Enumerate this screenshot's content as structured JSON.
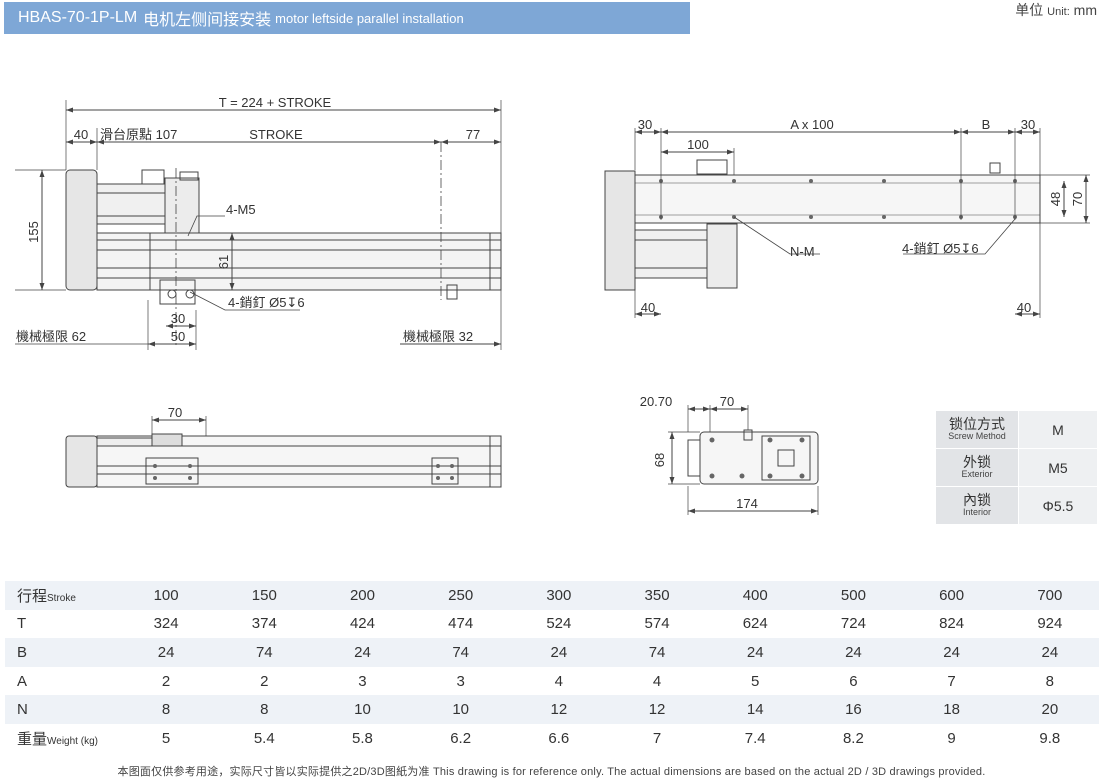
{
  "header": {
    "model": "HBAS-70-1P-LM",
    "title_cn": "电机左侧间接安装",
    "title_en": "motor leftside parallel installation",
    "unit_cn": "单位",
    "unit_en": "Unit:",
    "unit_value": "mm"
  },
  "front_view": {
    "total_length": "T = 224 + STROKE",
    "left_offset": "40",
    "origin_label": "滑台原點 107",
    "stroke": "STROKE",
    "right_offset": "77",
    "height": "155",
    "tap_holes": "4-M5",
    "carriage_height": "61",
    "pin_holes": "4-銷釘 Ø5↧6",
    "dim_30": "30",
    "dim_50": "50",
    "limit_left": "機械極限 62",
    "limit_right": "機械極限 32"
  },
  "top_view": {
    "left_dim": "30",
    "pitch": "A x 100",
    "b_dim": "B",
    "right_dim": "30",
    "first_pitch": "100",
    "hole_width": "48",
    "width": "70",
    "mount_holes": "N-M",
    "pin_holes": "4-銷釘 Ø5↧6",
    "bottom_left": "40",
    "bottom_right": "40"
  },
  "side_view": {
    "carriage_width": "70"
  },
  "end_view": {
    "offset": "20.70",
    "width": "70",
    "height": "68",
    "total_width": "174"
  },
  "lock_table": [
    {
      "label_cn": "锁位方式",
      "label_en": "Screw Method",
      "value": "M"
    },
    {
      "label_cn": "外锁",
      "label_en": "Exterior",
      "value": "M5"
    },
    {
      "label_cn": "內锁",
      "label_en": "Interior",
      "value": "Φ5.5"
    }
  ],
  "spec_table": {
    "rows": [
      {
        "label": "行程",
        "label_en": "Stroke",
        "values": [
          "100",
          "150",
          "200",
          "250",
          "300",
          "350",
          "400",
          "500",
          "600",
          "700"
        ]
      },
      {
        "label": "T",
        "label_en": "",
        "values": [
          "324",
          "374",
          "424",
          "474",
          "524",
          "574",
          "624",
          "724",
          "824",
          "924"
        ]
      },
      {
        "label": "B",
        "label_en": "",
        "values": [
          "24",
          "74",
          "24",
          "74",
          "24",
          "74",
          "24",
          "24",
          "24",
          "24"
        ]
      },
      {
        "label": "A",
        "label_en": "",
        "values": [
          "2",
          "2",
          "3",
          "3",
          "4",
          "4",
          "5",
          "6",
          "7",
          "8"
        ]
      },
      {
        "label": "N",
        "label_en": "",
        "values": [
          "8",
          "8",
          "10",
          "10",
          "12",
          "12",
          "14",
          "16",
          "18",
          "20"
        ]
      },
      {
        "label": "重量",
        "label_en": "Weight (kg)",
        "values": [
          "5",
          "5.4",
          "5.8",
          "6.2",
          "6.6",
          "7",
          "7.4",
          "8.2",
          "9",
          "9.8"
        ]
      }
    ]
  },
  "footer": "本图面仅供参考用途，实际尺寸皆以实际提供之2D/3D图紙为准 This drawing is for reference only. The actual dimensions are based on the actual 2D / 3D drawings provided."
}
